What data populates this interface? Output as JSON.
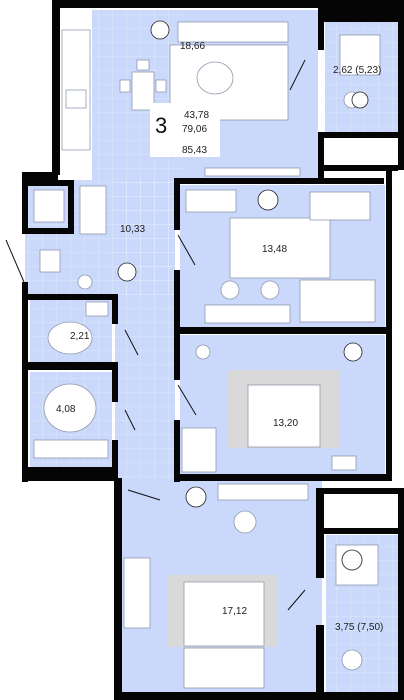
{
  "plan": {
    "room_count": "3",
    "area_living": "43,78",
    "area_total": "79,06",
    "area_with_balcony": "85,43",
    "rooms": [
      {
        "id": "living-room",
        "area": "18,66"
      },
      {
        "id": "balcony-top",
        "area": "2,62 (5,23)"
      },
      {
        "id": "hallway",
        "area": "10,33"
      },
      {
        "id": "bedroom-1",
        "area": "13,48"
      },
      {
        "id": "bathroom-1",
        "area": "2,21"
      },
      {
        "id": "bedroom-2",
        "area": "13,20"
      },
      {
        "id": "bathroom-2",
        "area": "4,08"
      },
      {
        "id": "bedroom-3",
        "area": "17,12"
      },
      {
        "id": "balcony-bottom",
        "area": "3,75 (7,50)"
      }
    ]
  },
  "colors": {
    "room_fill": "#c9d8fb",
    "wall": "#050505",
    "rug": "#d9d9d9"
  }
}
